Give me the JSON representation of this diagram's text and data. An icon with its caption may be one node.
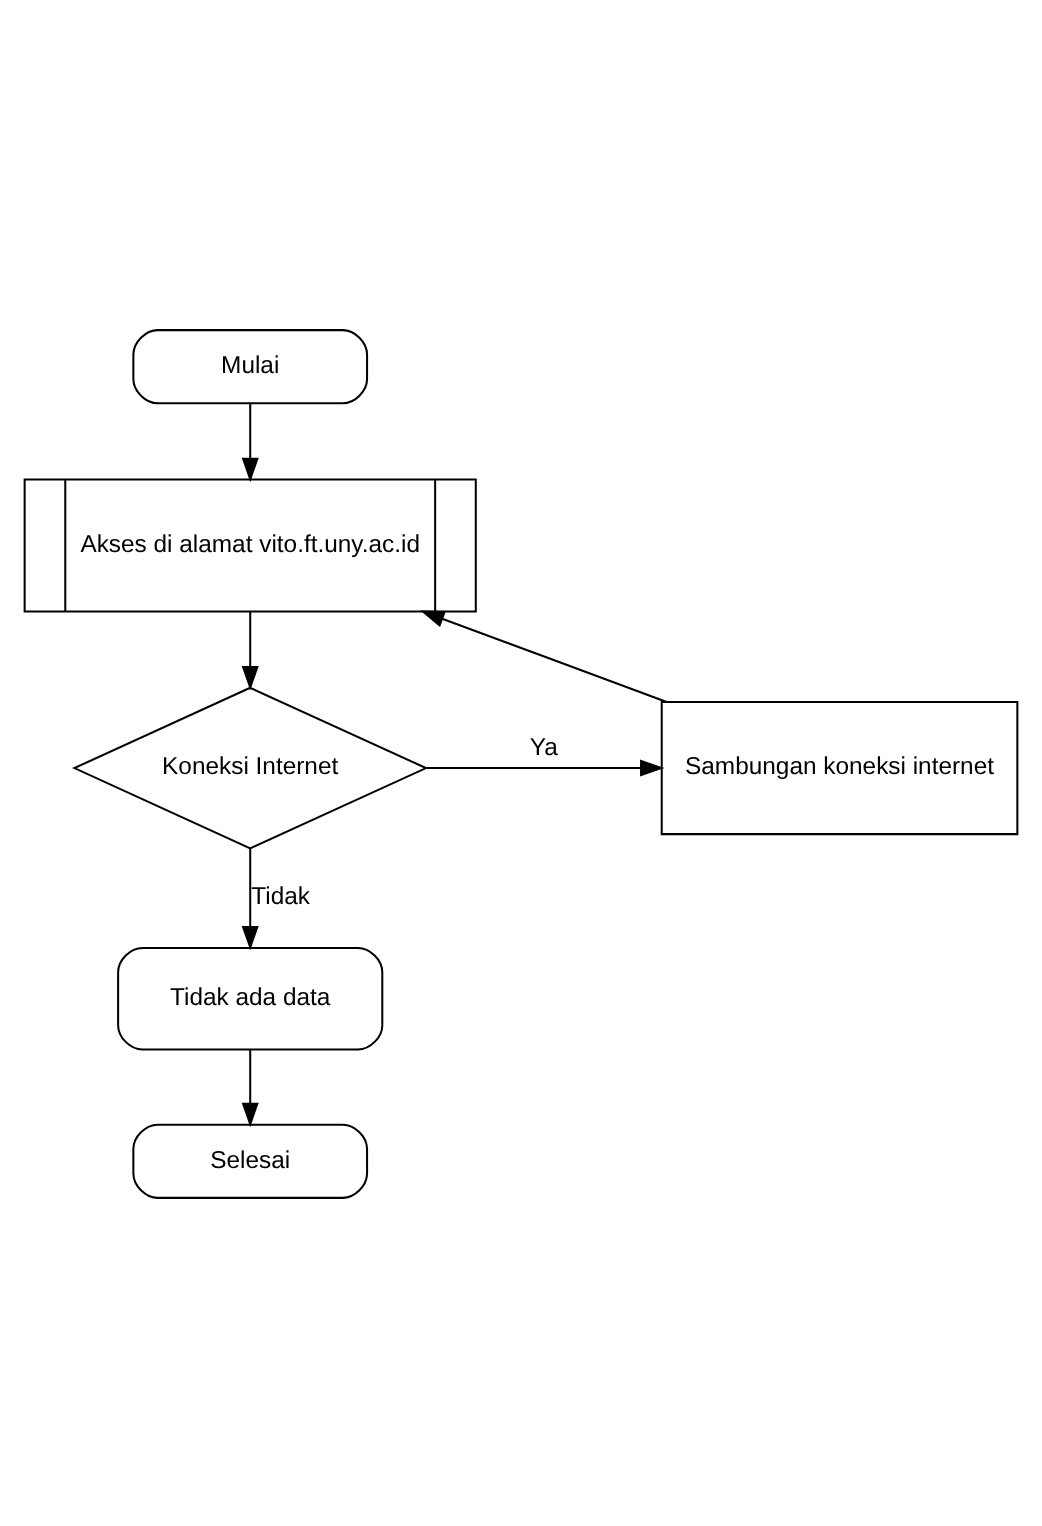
{
  "diagram": {
    "nodes": [
      {
        "text": [
          "Mulai"
        ]
      },
      {
        "text": [
          "Akses di alamat vito.ft.uny.ac.id"
        ]
      },
      {
        "text": [
          "Koneksi Internet"
        ]
      },
      {
        "text": [
          "Sambungan koneksi internet"
        ]
      },
      {
        "text": [
          "Tidak ada data"
        ]
      },
      {
        "text": [
          "Selesai"
        ]
      }
    ],
    "edges": [
      {
        "from": 0,
        "to": 1,
        "arrow": "to"
      },
      {
        "from": 1,
        "to": 2,
        "arrow": "to"
      },
      {
        "from": 2,
        "to": 3,
        "arrow": "to",
        "label": "Ya"
      },
      {
        "from": 3,
        "to": 1,
        "arrow": "to"
      },
      {
        "from": 2,
        "to": 4,
        "arrow": "to",
        "label": "Tidak"
      },
      {
        "from": 4,
        "to": 5,
        "arrow": "to"
      }
    ]
  }
}
